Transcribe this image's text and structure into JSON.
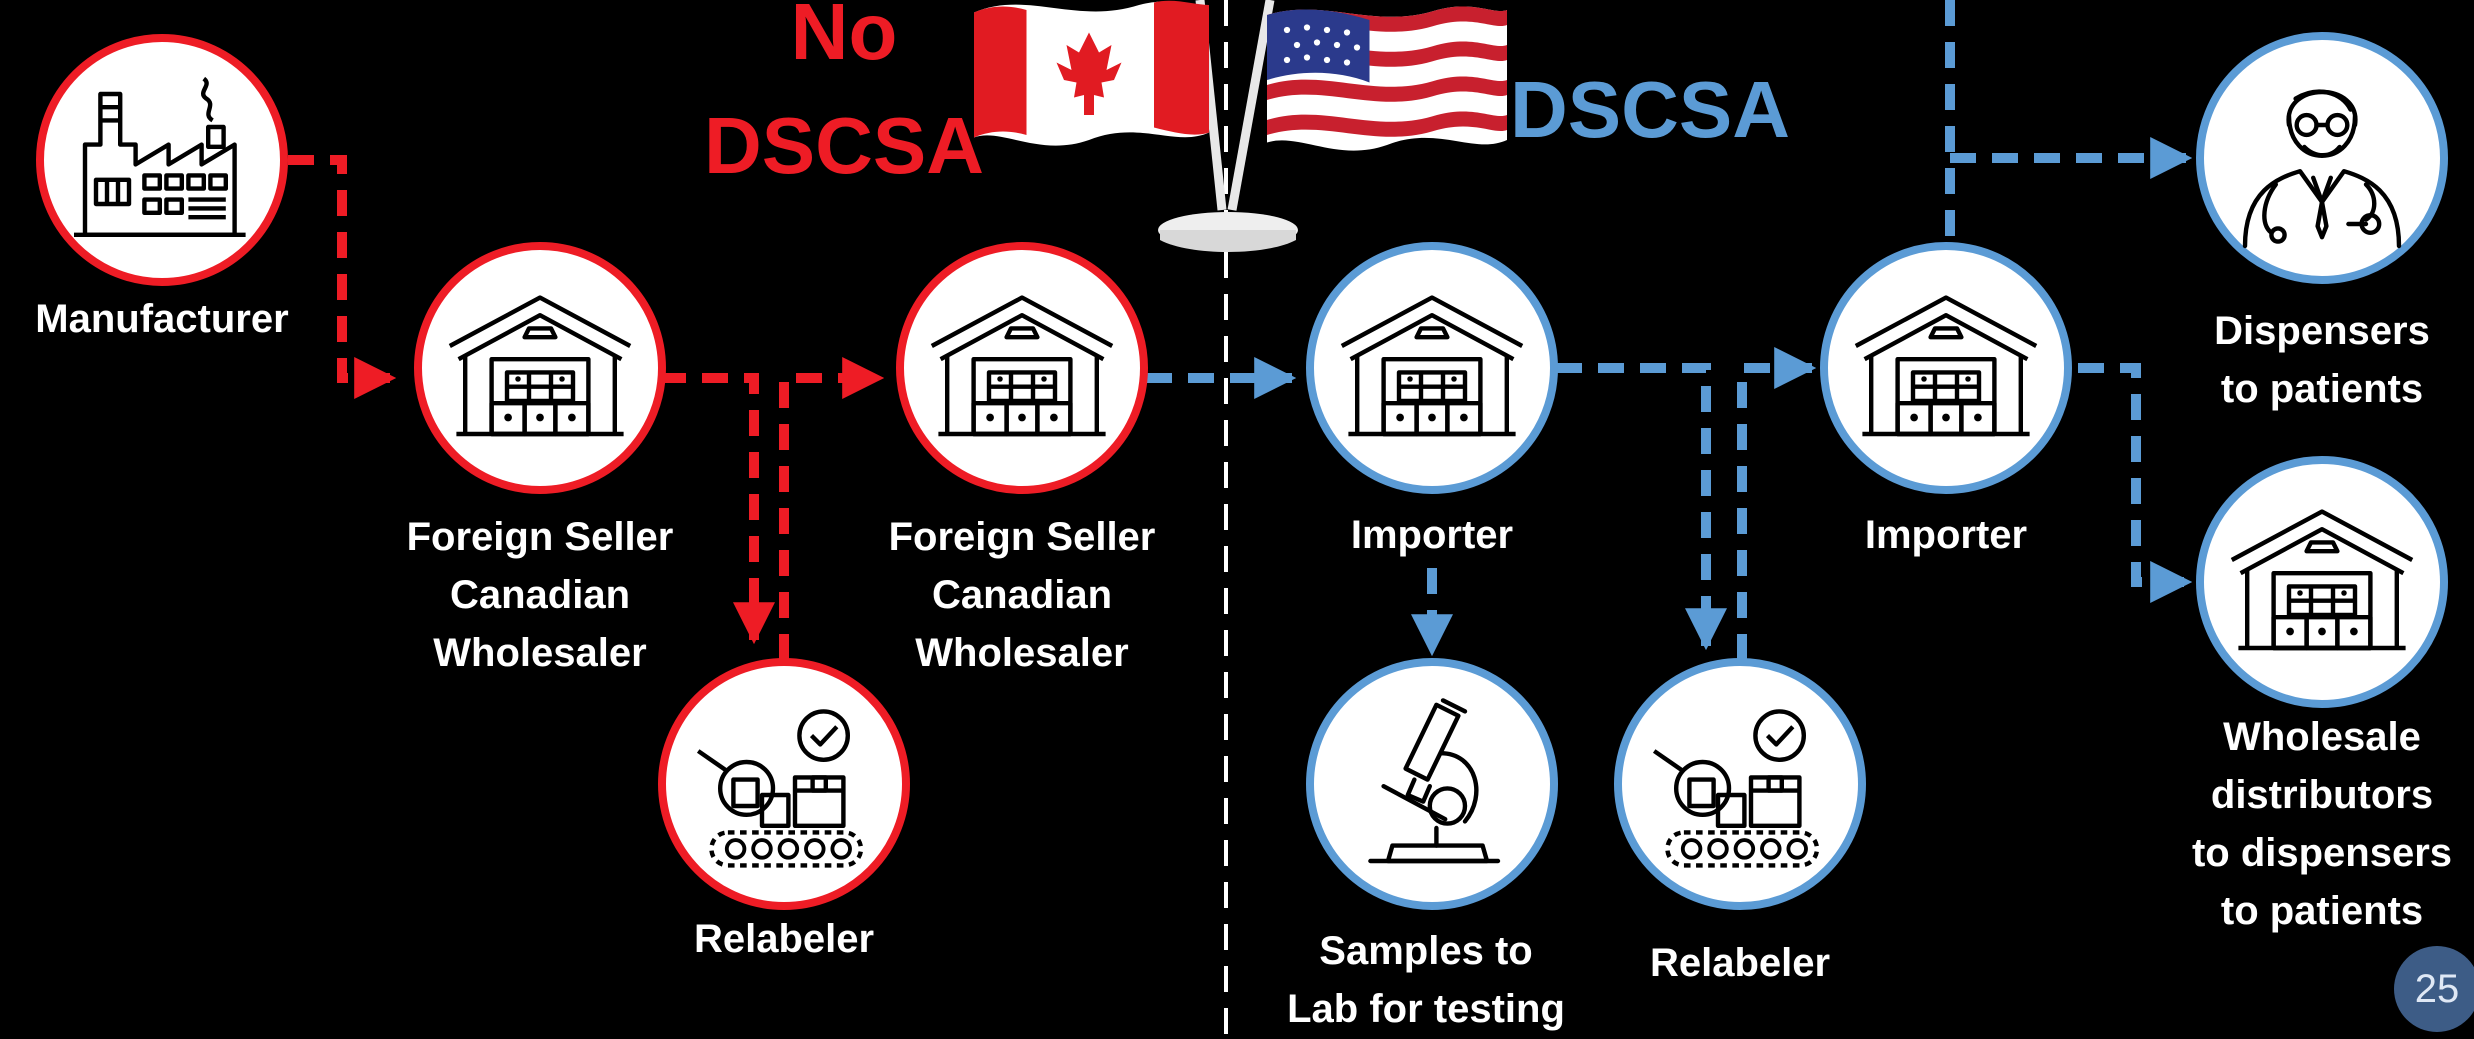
{
  "colors": {
    "red": "#ee1c25",
    "blue": "#5b9bd5",
    "white": "#ffffff",
    "background": "#000000"
  },
  "headers": {
    "no_dscsa_line1": "No",
    "no_dscsa_line2": "DSCSA",
    "dscsa": "DSCSA"
  },
  "nodes": [
    {
      "id": "manufacturer",
      "icon": "factory-icon",
      "color": "red",
      "label": [
        "Manufacturer"
      ]
    },
    {
      "id": "foreign-seller-1",
      "icon": "warehouse-icon",
      "color": "red",
      "label": [
        "Foreign Seller",
        "Canadian",
        "Wholesaler"
      ]
    },
    {
      "id": "relabeler-1",
      "icon": "relabel-conveyor-icon",
      "color": "red",
      "label": [
        "Relabeler"
      ]
    },
    {
      "id": "foreign-seller-2",
      "icon": "warehouse-icon",
      "color": "red",
      "label": [
        "Foreign Seller",
        "Canadian",
        "Wholesaler"
      ]
    },
    {
      "id": "importer-1",
      "icon": "warehouse-icon",
      "color": "blue",
      "label": [
        "Importer"
      ]
    },
    {
      "id": "samples-lab",
      "icon": "microscope-icon",
      "color": "blue",
      "label": [
        "Samples to",
        "Lab for testing"
      ]
    },
    {
      "id": "relabeler-2",
      "icon": "relabel-conveyor-icon",
      "color": "blue",
      "label": [
        "Relabeler"
      ]
    },
    {
      "id": "importer-2",
      "icon": "warehouse-icon",
      "color": "blue",
      "label": [
        "Importer"
      ]
    },
    {
      "id": "dispensers",
      "icon": "doctor-icon",
      "color": "blue",
      "label": [
        "Dispensers",
        "to patients"
      ]
    },
    {
      "id": "wholesale-distributors",
      "icon": "warehouse-icon",
      "color": "blue",
      "label": [
        "Wholesale",
        "distributors",
        "to dispensers",
        "to patients"
      ]
    }
  ],
  "flags": [
    "canada-flag-icon",
    "usa-flag-icon"
  ],
  "page_number": "25"
}
